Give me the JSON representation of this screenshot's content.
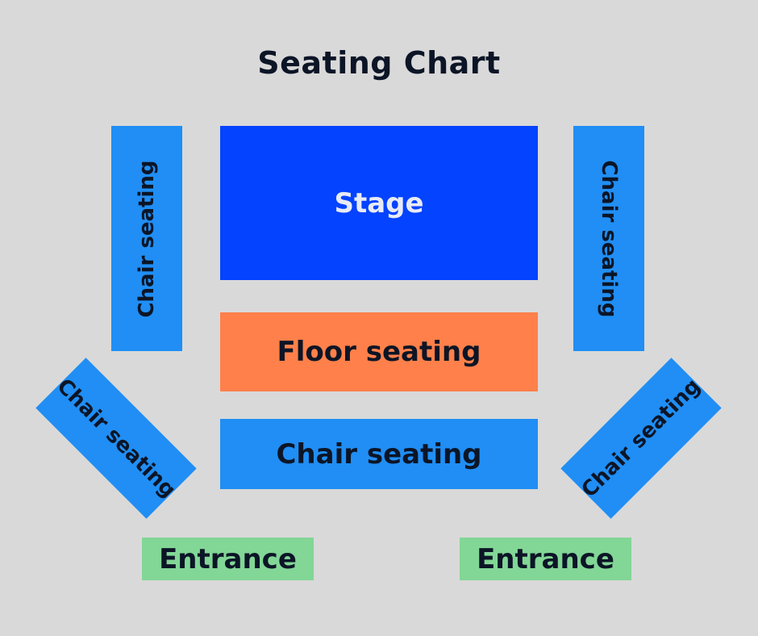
{
  "title": "Seating Chart",
  "colors": {
    "background": "#d9d9d9",
    "stage": "#0443ff",
    "stage_text": "#e7ebf6",
    "floor": "#ff804a",
    "chair": "#208ef4",
    "entrance": "#82d696",
    "dark_text": "#0c1526"
  },
  "areas": {
    "stage": "Stage",
    "floor_seating": "Floor seating",
    "chair_center": "Chair seating",
    "chair_left_vertical": "Chair seating",
    "chair_right_vertical": "Chair seating",
    "chair_left_diagonal": "Chair seating",
    "chair_right_diagonal": "Chair seating",
    "entrance_left": "Entrance",
    "entrance_right": "Entrance"
  }
}
